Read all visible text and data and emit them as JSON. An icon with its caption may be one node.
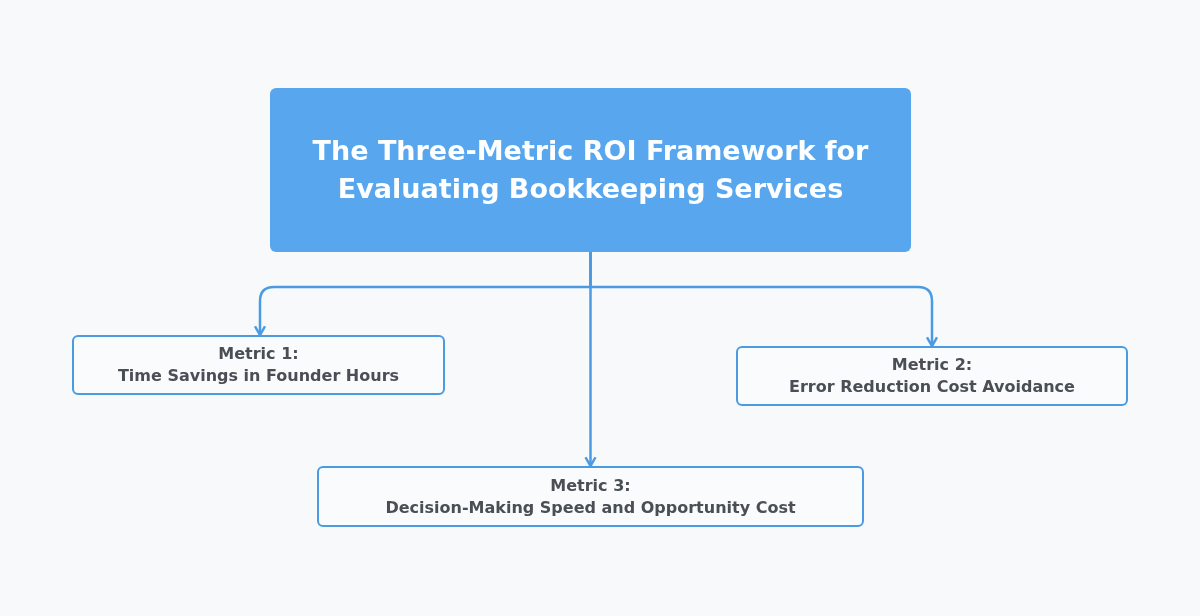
{
  "diagram": {
    "nodes": [
      {
        "text": [
          "The Three-Metric ROI Framework for Evaluating Bookkeeping Services"
        ]
      },
      {
        "text": [
          "Metric 1:",
          "Time Savings in Founder Hours"
        ]
      },
      {
        "text": [
          "Metric 2:",
          "Error Reduction Cost Avoidance"
        ]
      },
      {
        "text": [
          "Metric 3:",
          "Decision-Making Speed and Opportunity Cost"
        ]
      }
    ],
    "edges": [
      {
        "from": 0,
        "to": 1,
        "arrow": "to"
      },
      {
        "from": 0,
        "to": 2,
        "arrow": "to"
      },
      {
        "from": 0,
        "to": 3,
        "arrow": "to"
      }
    ]
  }
}
